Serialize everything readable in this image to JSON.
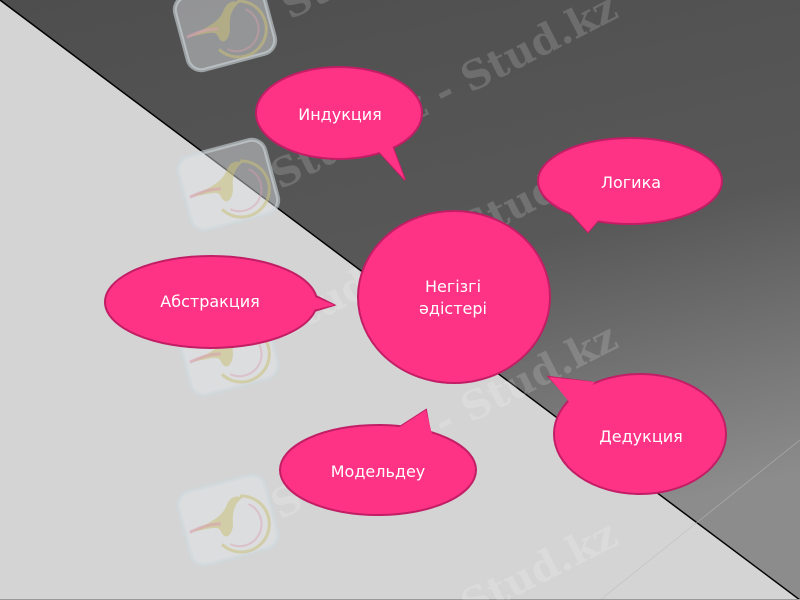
{
  "slide": {
    "background": {
      "light_color": "#d4d4d4",
      "dark_color_top": "#4e4e4e",
      "dark_color_bottom": "#8a8a8a",
      "divider_color": "#000000"
    },
    "bubble_fill": "#ff3385",
    "bubble_stroke": "#c21e66",
    "text_color": "#ffffff",
    "center": {
      "line1": "Негізгі",
      "line2": "әдістері"
    },
    "bubbles": [
      {
        "id": "induction",
        "label": "Индукция"
      },
      {
        "id": "logic",
        "label": "Логика"
      },
      {
        "id": "abstraction",
        "label": "Абстракция"
      },
      {
        "id": "modeling",
        "label": "Модельдеу"
      },
      {
        "id": "deduction",
        "label": "Дедукция"
      }
    ],
    "watermark": {
      "text": "Stud.kz - Stud.kz",
      "logo": "hummingbird-logo"
    }
  }
}
